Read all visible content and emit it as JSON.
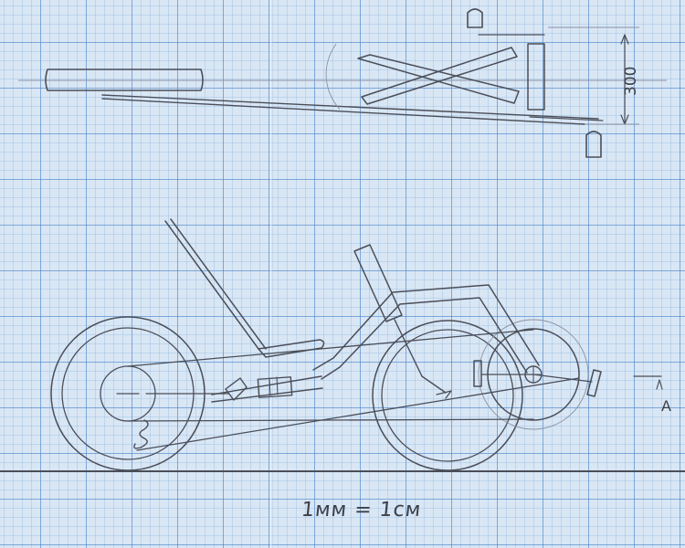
{
  "annotations": {
    "dimension": "300",
    "section_mark": "A",
    "scale": "1мм = 1см"
  }
}
